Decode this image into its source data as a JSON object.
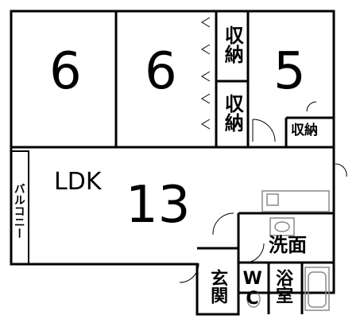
{
  "rooms": {
    "west_bedroom_size": "6",
    "middle_bedroom_size": "6",
    "east_bedroom_size": "5",
    "ldk_label": "LDK",
    "ldk_size": "13",
    "closet_upper_label": "収納",
    "closet_lower_label": "収納",
    "closet_east_label": "収納",
    "washroom_label": "洗面",
    "bathroom_label": "浴室",
    "entrance_label": "玄関",
    "toilet_label": "WC",
    "balcony_label": "バルコニー"
  },
  "colors": {
    "wall": "#000000",
    "fixture": "#888888",
    "floor": "#ffffff"
  }
}
